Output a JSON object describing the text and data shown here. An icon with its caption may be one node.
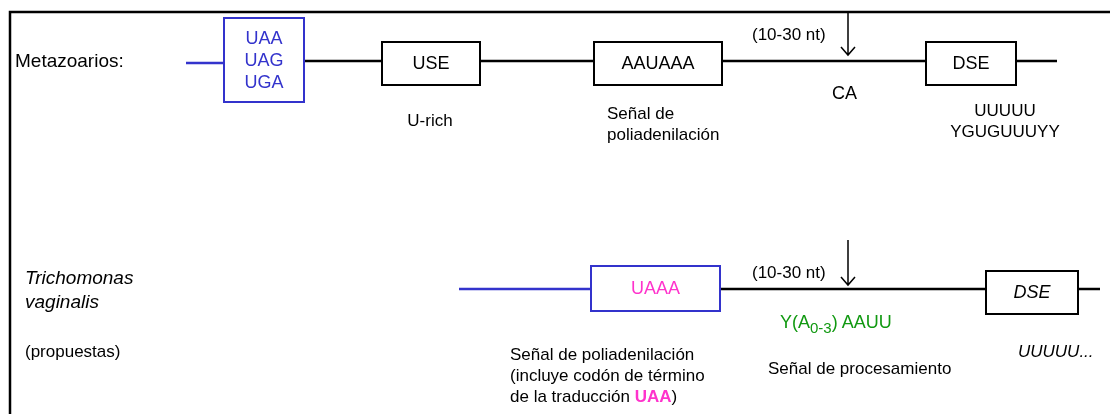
{
  "diagram": {
    "nodes": [
      {
        "text": [
          "UAA UAG UGA"
        ]
      },
      {
        "text": [
          "USE"
        ],
        "beside": [
          "U-rich"
        ]
      },
      {
        "text": [
          "AAUAAA"
        ],
        "beside": [
          "Señal de poliadenilación"
        ]
      },
      {
        "text": [
          "DSE"
        ],
        "beside": [
          "UUUUU YGUGUUUYY"
        ]
      },
      {
        "text": [
          "UAAA"
        ],
        "beside": [
          "Señal de poliadenilación (incluye codón de término de la traducción **UAA**)"
        ]
      },
      {
        "text": [
          "DSE"
        ],
        "beside": [
          "UUUUU..."
        ]
      }
    ],
    "edges": [
      {
        "from": null,
        "to": 0,
        "arrow": "none",
        "color": "#3333cc"
      },
      {
        "from": 0,
        "to": 1,
        "arrow": "none"
      },
      {
        "from": 1,
        "to": 2,
        "arrow": "none"
      },
      {
        "from": 2,
        "to": 3,
        "arrow": "none"
      },
      {
        "from": 3,
        "to": null,
        "arrow": "none"
      },
      {
        "from": null,
        "to": 4,
        "arrow": "none",
        "color": "#3333cc"
      },
      {
        "from": 4,
        "to": 5,
        "arrow": "none"
      },
      {
        "from": 5,
        "to": null,
        "arrow": "none"
      }
    ],
    "labels": [
      "Metazoarios:",
      "(10-30 nt)",
      "CA",
      "Trichomonas vaginalis",
      "(propuestas)",
      "(10-30 nt)",
      "Y(A$_{0-3}$) AAUU",
      "Señal de procesamiento"
    ]
  }
}
